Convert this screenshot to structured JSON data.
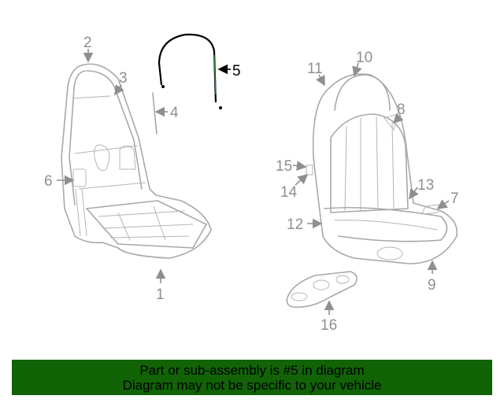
{
  "diagram": {
    "highlight_color": "#000000",
    "callouts": [
      "1",
      "2",
      "3",
      "4",
      "5",
      "6",
      "7",
      "8",
      "9",
      "10",
      "11",
      "12",
      "13",
      "14",
      "15",
      "16"
    ],
    "highlighted_part": "5"
  },
  "banner": {
    "line1": "Part or sub-assembly is #5 in diagram",
    "line2": "Diagram may not be specific to your vehicle",
    "background": "#116306"
  }
}
